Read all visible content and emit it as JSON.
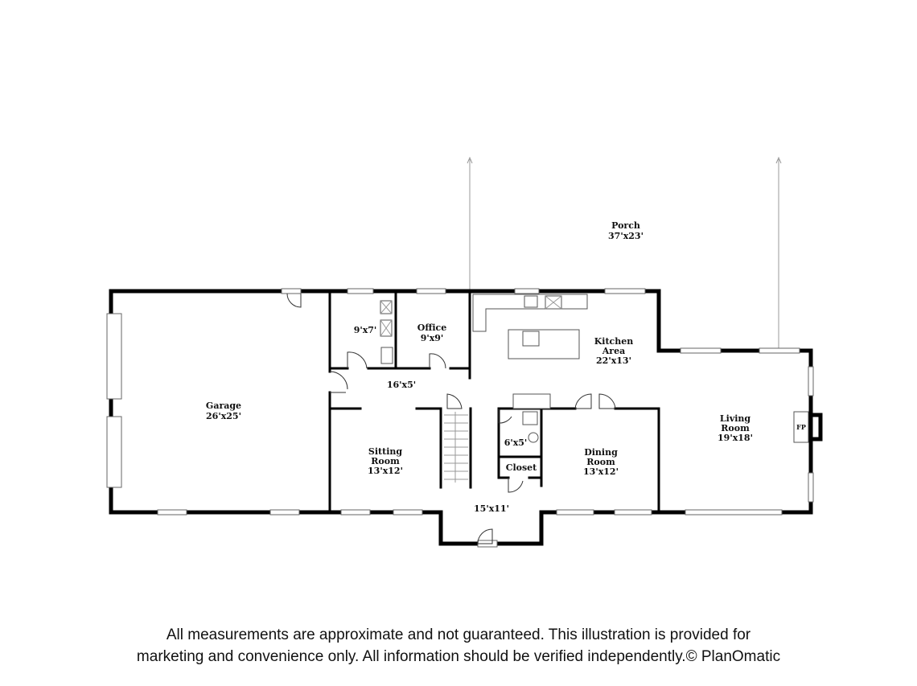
{
  "rooms": {
    "porch": {
      "name": "Porch",
      "dims": "37'x23'"
    },
    "garage": {
      "name": "Garage",
      "dims": "26'x25'"
    },
    "utility": {
      "dims": "9'x7'"
    },
    "office": {
      "name": "Office",
      "dims": "9'x9'"
    },
    "kitchen": {
      "name1": "Kitchen",
      "name2": "Area",
      "dims": "22'x13'"
    },
    "hall": {
      "dims": "16'x5'"
    },
    "sitting": {
      "name1": "Sitting",
      "name2": "Room",
      "dims": "13'x12'"
    },
    "bath": {
      "dims": "6'x5'"
    },
    "closet": {
      "name": "Closet"
    },
    "dining": {
      "name1": "Dining",
      "name2": "Room",
      "dims": "13'x12'"
    },
    "living": {
      "name1": "Living",
      "name2": "Room",
      "dims": "19'x18'"
    },
    "foyer": {
      "dims": "15'x11'"
    },
    "fireplace": {
      "label": "FP"
    }
  },
  "disclaimer": {
    "line1": "All measurements are approximate and not guaranteed. This illustration is provided for",
    "line2": "marketing  and convenience only. All information should be verified independently.© PlanOmatic"
  }
}
